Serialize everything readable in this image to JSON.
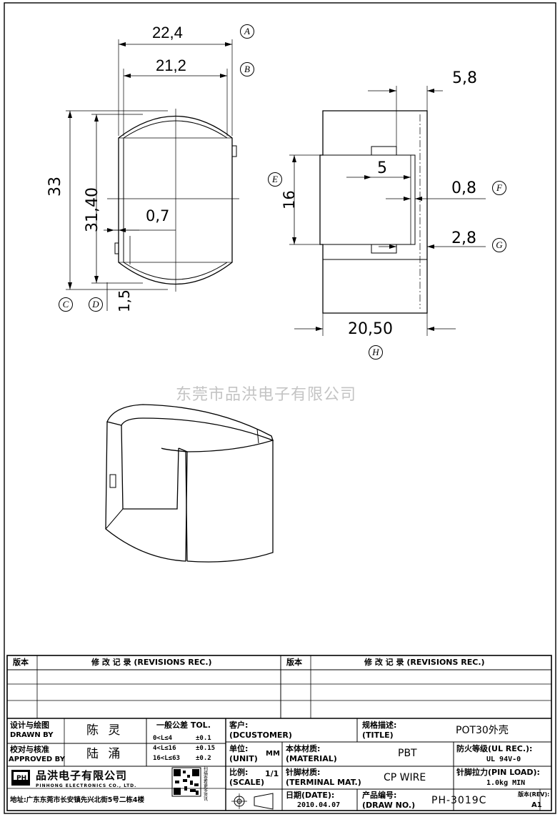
{
  "watermark": "东莞市品洪电子有限公司",
  "dims": {
    "d1": "22,4",
    "d2": "21,2",
    "d3": "33",
    "d4": "31,40",
    "d5": "0,7",
    "d6": "1,5",
    "d7": "5,8",
    "d8": "16",
    "d9": "5",
    "d10": "0,8",
    "d11": "2,8",
    "d12": "20,50"
  },
  "markers": {
    "A": "A",
    "B": "B",
    "C": "C",
    "D": "D",
    "E": "E",
    "F": "F",
    "G": "G",
    "H": "H"
  },
  "revisions": {
    "version": "版本",
    "record": "修 改 记 录 (REVISIONS REC.)"
  },
  "title_block": {
    "drawn_by_label_cn": "设计与绘图",
    "drawn_by_label_en": "DRAWN BY",
    "drawn_by": "陈 灵",
    "approved_by_label_cn": "校对与核准",
    "approved_by_label_en": "APPROVED BY",
    "approved_by": "陆 涌",
    "tol_title": "一般公差 TOL.",
    "tol_rows": [
      {
        "range": "0<L≤4",
        "val": "±0.1"
      },
      {
        "range": "4<L≤16",
        "val": "±0.15"
      },
      {
        "range": "16<L≤63",
        "val": "±0.2"
      }
    ],
    "customer_label": "客户:",
    "customer_label_en": "(DCUSTOMER)",
    "spec_label": "规格描述:",
    "spec_label_en": "(TITLE)",
    "title": "POT30外壳",
    "unit_label": "单位:",
    "unit_label_en": "(UNIT)",
    "unit": "MM",
    "material_label": "本体材质:",
    "material_label_en": "(MATERIAL)",
    "material": "PBT",
    "ul_label": "防火等级(UL REC.):",
    "ul": "UL 94V-0",
    "company_cn": "品洪电子有限公司",
    "company_en": "PINHONG ELECTRONICS CO., LTD.",
    "address": "地址:广东东莞市长安镇先兴北街5号二栋4楼",
    "qr_note": "扫描查看更多资讯",
    "scale_label": "比例:",
    "scale_label_en": "(SCALE)",
    "scale": "1/1",
    "terminal_label": "针脚材质:",
    "terminal_label_en": "(TERMINAL MAT.)",
    "terminal": "CP WIRE",
    "pinload_label": "针脚拉力(PIN LOAD):",
    "pinload": "1.0kg MIN",
    "date_label": "日期(DATE):",
    "date": "2010.04.07",
    "drawno_label": "产品编号:",
    "drawno_label_en": "(DRAW NO.)",
    "drawno": "PH-3019C",
    "rev_label": "版本(REV):",
    "rev": "A1",
    "logo": "PH"
  }
}
